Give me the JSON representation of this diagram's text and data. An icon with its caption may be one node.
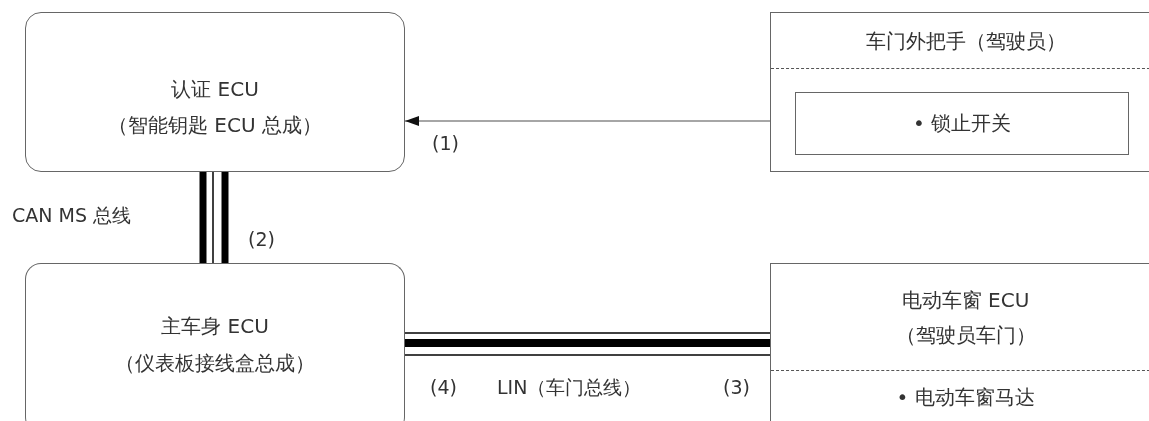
{
  "diagram": {
    "nodes": [
      {
        "text": [
          "认证 ECU",
          "（智能钥匙 ECU 总成）"
        ]
      },
      {
        "text": [
          "车门外把手（驾驶员）"
        ]
      },
      {
        "text": [
          "• 锁止开关"
        ],
        "in": 1
      },
      {
        "text": [
          "主车身 ECU",
          "（仪表板接线盒总成）"
        ]
      },
      {
        "text": [
          "电动车窗 ECU",
          "（驾驶员车门）",
          "• 电动车窗马达"
        ]
      }
    ],
    "edges": [
      {
        "from": 2,
        "to": 0,
        "arrow": "to",
        "label": "(1)",
        "color": "#888888"
      },
      {
        "from": 0,
        "to": 3,
        "arrow": "none",
        "label": "CAN MS 总线"
      },
      {
        "from": 3,
        "to": 4,
        "arrow": "none",
        "label": "LIN（车门总线）"
      }
    ],
    "labels": [
      "(2)",
      "(4)",
      "(3)"
    ]
  }
}
